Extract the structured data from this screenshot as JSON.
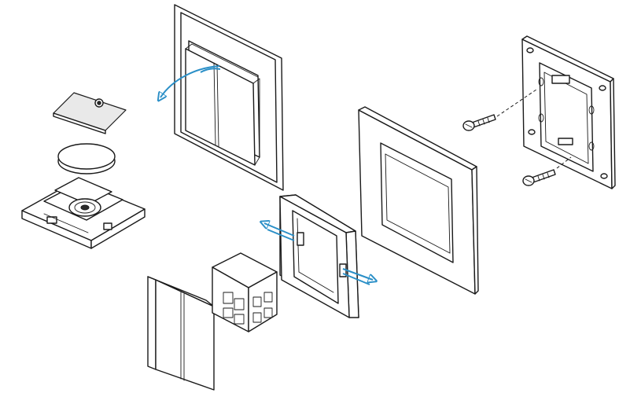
{
  "diagram": {
    "components": [
      {
        "id": "switch-assembled-front",
        "icon": "switch-front-view"
      },
      {
        "id": "battery-cover",
        "icon": "cover-plate"
      },
      {
        "id": "coin-battery",
        "icon": "battery-cell"
      },
      {
        "id": "transmitter-module",
        "icon": "pcb-module"
      },
      {
        "id": "double-rocker",
        "icon": "rocker-keys"
      },
      {
        "id": "insert-module",
        "icon": "insert-block"
      },
      {
        "id": "intermediate-frame",
        "icon": "adapter-frame"
      },
      {
        "id": "cover-frame",
        "icon": "cover-frame"
      },
      {
        "id": "mounting-plate",
        "icon": "mounting-plate"
      },
      {
        "id": "screws",
        "icon": "screw"
      }
    ],
    "arrows": [
      {
        "id": "rotate-arrow",
        "meaning": "rotate",
        "color": "#2a8fc7"
      },
      {
        "id": "slide-left-arrow",
        "meaning": "slide-out-left",
        "color": "#2a8fc7"
      },
      {
        "id": "slide-right-arrow",
        "meaning": "slide-out-right",
        "color": "#2a8fc7"
      }
    ],
    "colors": {
      "outline": "#1a1a1a",
      "fill": "#ffffff",
      "arrow": "#2a8fc7"
    }
  }
}
